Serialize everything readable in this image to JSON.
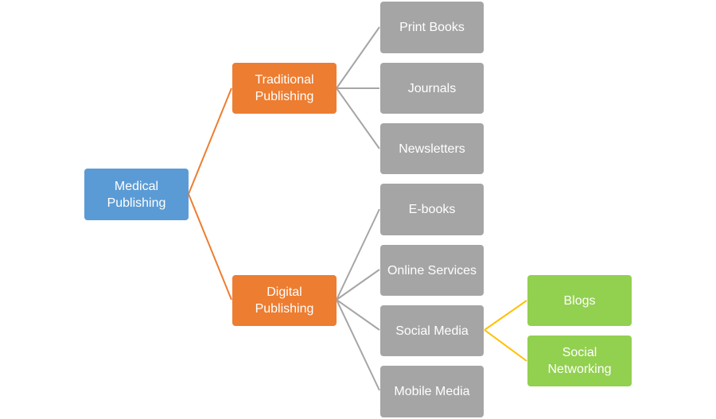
{
  "diagram": {
    "type": "hierarchy",
    "colors": {
      "root": "#5b9bd5",
      "level1": "#ed7d31",
      "level2": "#a5a5a5",
      "level3": "#92d050",
      "root_connector": "#ed7d31",
      "level1_connector": "#a5a5a5",
      "level2_connector": "#ffc000"
    },
    "root": {
      "label": "Medical\nPublishing",
      "children": [
        {
          "label": "Traditional\nPublishing",
          "children": [
            {
              "label": "Print Books"
            },
            {
              "label": "Journals"
            },
            {
              "label": "Newsletters"
            }
          ]
        },
        {
          "label": "Digital\nPublishing",
          "children": [
            {
              "label": "E-books"
            },
            {
              "label": "Online Services"
            },
            {
              "label": "Social Media",
              "children": [
                {
                  "label": "Blogs"
                },
                {
                  "label": "Social\nNetworking"
                }
              ]
            },
            {
              "label": "Mobile Media"
            }
          ]
        }
      ]
    }
  }
}
